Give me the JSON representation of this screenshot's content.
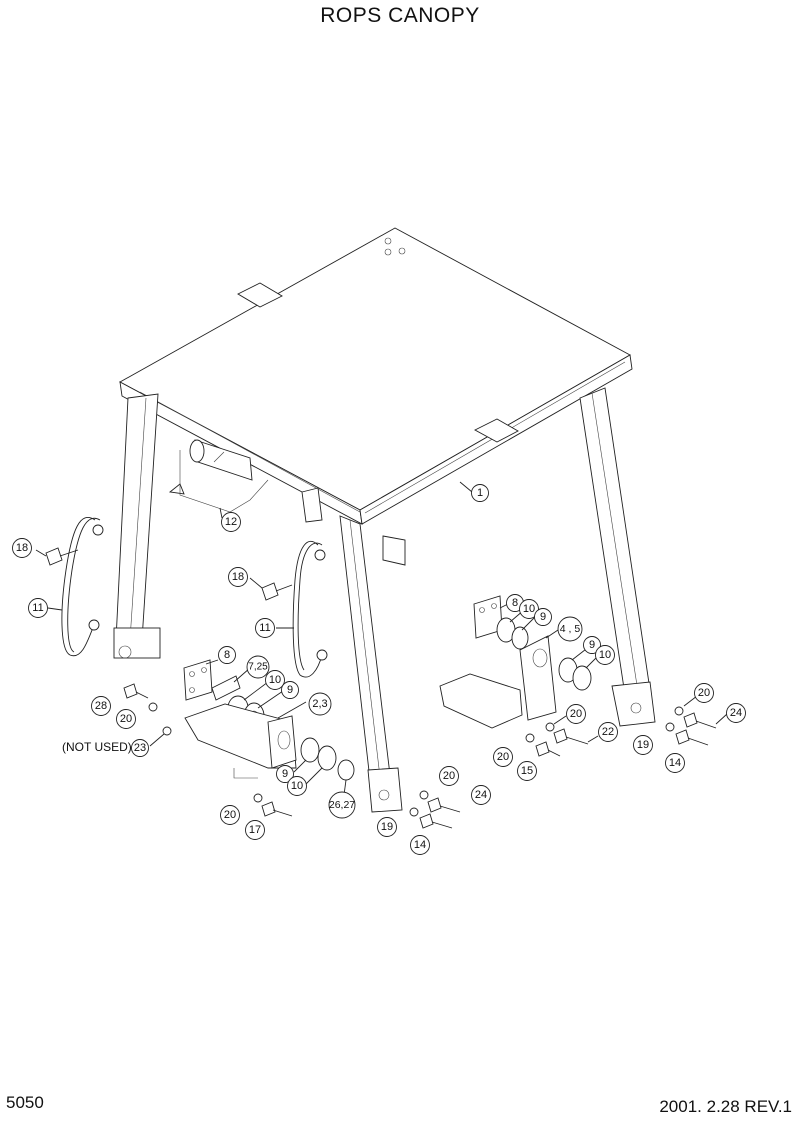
{
  "title": "ROPS CANOPY",
  "page_number": "5050",
  "revision": "2001. 2.28 REV.1",
  "note": "(NOT USED)",
  "callouts": [
    {
      "id": "c1",
      "label": "1"
    },
    {
      "id": "c12",
      "label": "12"
    },
    {
      "id": "c18a",
      "label": "18"
    },
    {
      "id": "c11a",
      "label": "11"
    },
    {
      "id": "c18b",
      "label": "18"
    },
    {
      "id": "c11b",
      "label": "11"
    },
    {
      "id": "c8a",
      "label": "8"
    },
    {
      "id": "c725",
      "label": "7,25"
    },
    {
      "id": "c10a",
      "label": "10"
    },
    {
      "id": "c9a",
      "label": "9"
    },
    {
      "id": "c23",
      "label": "2,3"
    },
    {
      "id": "c28",
      "label": "28"
    },
    {
      "id": "c20a",
      "label": "20"
    },
    {
      "id": "c23b",
      "label": "23"
    },
    {
      "id": "c9b",
      "label": "9"
    },
    {
      "id": "c10b",
      "label": "10"
    },
    {
      "id": "c2627",
      "label": "26,27"
    },
    {
      "id": "c20b",
      "label": "20"
    },
    {
      "id": "c17",
      "label": "17"
    },
    {
      "id": "c8b",
      "label": "8"
    },
    {
      "id": "c10c",
      "label": "10"
    },
    {
      "id": "c9c",
      "label": "9"
    },
    {
      "id": "c45",
      "label": "4 , 5"
    },
    {
      "id": "c9d",
      "label": "9"
    },
    {
      "id": "c10d",
      "label": "10"
    },
    {
      "id": "c20c",
      "label": "20"
    },
    {
      "id": "c20d",
      "label": "20"
    },
    {
      "id": "c22",
      "label": "22"
    },
    {
      "id": "c20e",
      "label": "20"
    },
    {
      "id": "c15",
      "label": "15"
    },
    {
      "id": "c20f",
      "label": "20"
    },
    {
      "id": "c24a",
      "label": "24"
    },
    {
      "id": "c19a",
      "label": "19"
    },
    {
      "id": "c14a",
      "label": "14"
    },
    {
      "id": "c20g",
      "label": "20"
    },
    {
      "id": "c24b",
      "label": "24"
    },
    {
      "id": "c19b",
      "label": "19"
    },
    {
      "id": "c14b",
      "label": "14"
    }
  ]
}
